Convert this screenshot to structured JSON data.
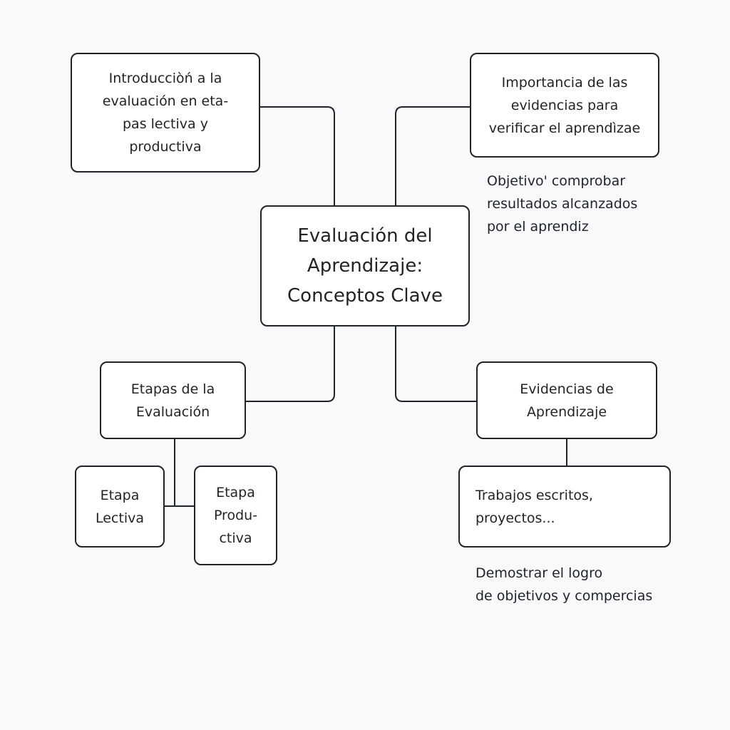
{
  "central": {
    "text": "Evaluación del\nAprendizaje:\nConceptos Clave"
  },
  "nodes": {
    "intro": "Introducciòń  a la\nevaluación en eta-\npas lectiva y\nproductiva",
    "importancia": "Importancia de las\nevidencias para\nverificar el aprendìzae",
    "etapas": "Etapas de la\nEvaluación",
    "evidencias": "Evidencias de\nAprendizaje",
    "lectiva": "Etapa\nLectiva",
    "productiva": "Etapa\nProdu-\nctiva",
    "trabajos": "Trabajos escritos,\nproyectos..."
  },
  "notes": {
    "objetivo": "Objetivo' comprobar\nresultados alcanzados\npor el aprendiz",
    "demostrar": "Demostrar el logro\nde objetivos y compercias"
  }
}
